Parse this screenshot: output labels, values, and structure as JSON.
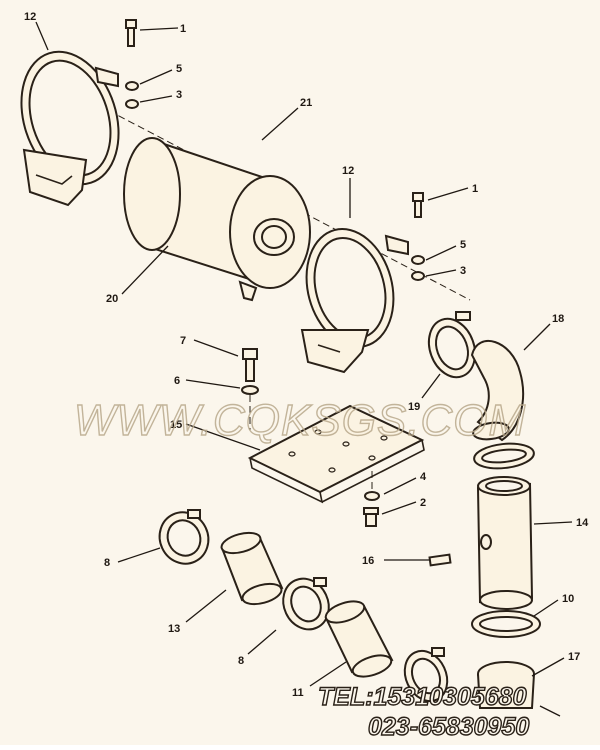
{
  "diagram": {
    "callouts": {
      "c1a": "1",
      "c1b": "1",
      "c2": "2",
      "c3a": "3",
      "c3b": "3",
      "c4": "4",
      "c5a": "5",
      "c5b": "5",
      "c6": "6",
      "c7": "7",
      "c8a": "8",
      "c8b": "8",
      "c10": "10",
      "c11": "11",
      "c12a": "12",
      "c12b": "12",
      "c13": "13",
      "c14": "14",
      "c15": "15",
      "c16": "16",
      "c17": "17",
      "c18": "18",
      "c19": "19",
      "c20": "20",
      "c21": "21"
    },
    "watermark": "WWW.CQKSGS.COM",
    "contact": {
      "tel": "TEL:15310305680",
      "phone": "023-65830950"
    }
  },
  "colors": {
    "paper": "#fbf6ec",
    "ink": "#2a2118",
    "watermark": "#c9bba0",
    "contact": "#2a2118"
  }
}
